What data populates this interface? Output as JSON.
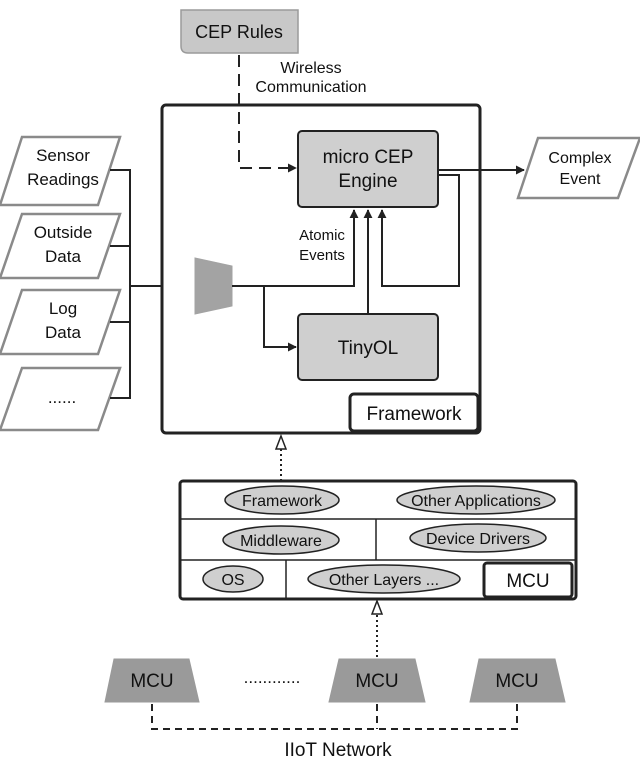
{
  "inputs": {
    "sensor_readings": [
      "Sensor",
      "Readings"
    ],
    "outside_data": [
      "Outside",
      "Data"
    ],
    "log_data": [
      "Log",
      "Data"
    ],
    "more": "......"
  },
  "cep_rules": "CEP Rules",
  "wireless_communication": [
    "Wireless",
    "Communication"
  ],
  "micro_cep_engine": [
    "micro CEP",
    "Engine"
  ],
  "atomic_events": [
    "Atomic",
    "Events"
  ],
  "tinyol": "TinyOL",
  "framework_label": "Framework",
  "complex_event": [
    "Complex",
    "Event"
  ],
  "mcu_stack": {
    "row1": [
      "Framework",
      "Other Applications"
    ],
    "row2": [
      "Middleware",
      "Device Drivers"
    ],
    "row3": [
      "OS",
      "Other Layers ..."
    ],
    "mcu_label": "MCU"
  },
  "network": {
    "mcu_nodes": [
      "MCU",
      "MCU",
      "MCU"
    ],
    "ellipsis": "............",
    "label": "IIoT Network"
  },
  "colors": {
    "box_fill": "#cccccc",
    "node_fill": "#9a9a9a",
    "stroke": "#222222",
    "input_stroke": "#888888"
  }
}
